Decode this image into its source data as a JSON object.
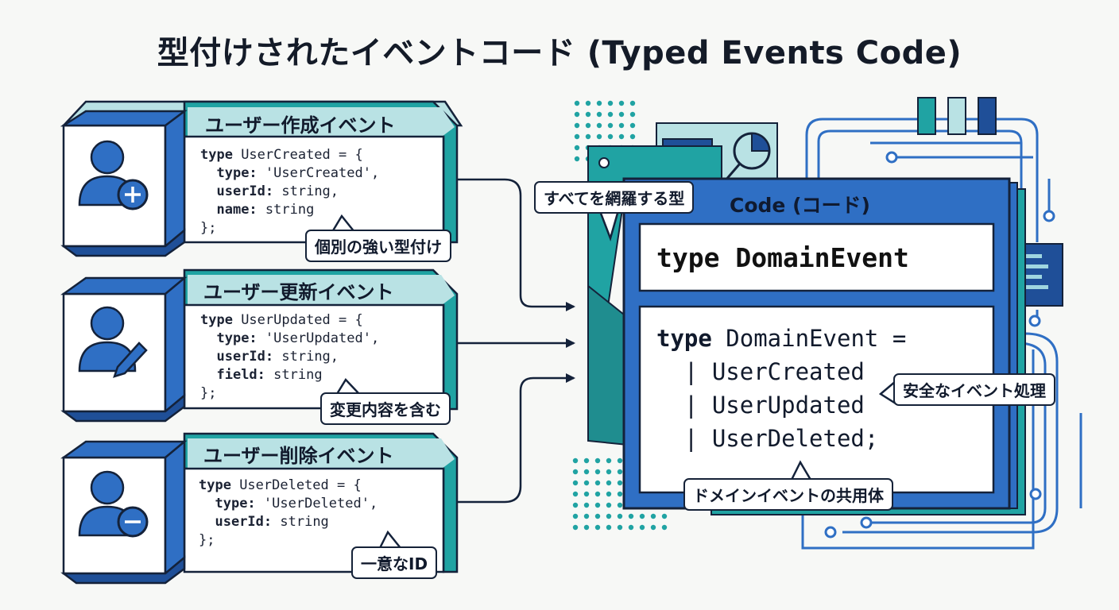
{
  "title": "型付けされたイベントコード (Typed Events Code)",
  "events": [
    {
      "title": "ユーザー作成イベント",
      "icon": "user-plus-icon",
      "code": {
        "l1_kw": "type",
        "l1_rest": " UserCreated = {",
        "l2_key": "type:",
        "l2_val": " 'UserCreated',",
        "l3_key": "userId:",
        "l3_val": " string,",
        "l4_key": "name:",
        "l4_val": " string",
        "close": "};"
      },
      "callout": "個別の強い型付け"
    },
    {
      "title": "ユーザー更新イベント",
      "icon": "user-edit-icon",
      "code": {
        "l1_kw": "type",
        "l1_rest": " UserUpdated = {",
        "l2_key": "type:",
        "l2_val": " 'UserUpdated',",
        "l3_key": "userId:",
        "l3_val": " string,",
        "l4_key": "field:",
        "l4_val": " string",
        "close": "};"
      },
      "callout": "変更内容を含む"
    },
    {
      "title": "ユーザー削除イベント",
      "icon": "user-minus-icon",
      "code": {
        "l1_kw": "type",
        "l1_rest": " UserDeleted = {",
        "l2_key": "type:",
        "l2_val": " 'UserDeleted',",
        "l3_key": "userId:",
        "l3_val": " string",
        "close": "};"
      },
      "callout": "一意なID"
    }
  ],
  "main": {
    "callout_top": "すべてを網羅する型",
    "header": "Code (コード)",
    "type_name": "type DomainEvent",
    "union": {
      "kw": "type",
      "head_rest": " DomainEvent =",
      "l1": "  | UserCreated",
      "l2": "  | UserUpdated",
      "l3": "  | UserDeleted;"
    },
    "callout_right": "安全なイベント処理",
    "callout_bottom": "ドメインイベントの共用体"
  },
  "colors": {
    "blue": "#2f6fc4",
    "dark_blue": "#1f4f98",
    "teal": "#20a3a3",
    "light_teal": "#b9e2e4",
    "navy": "#14223a"
  }
}
